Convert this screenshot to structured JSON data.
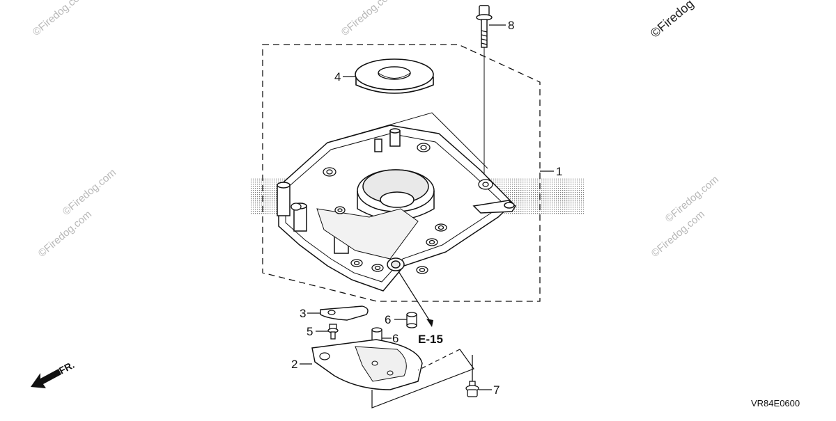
{
  "diagram": {
    "callouts": [
      "1",
      "2",
      "3",
      "4",
      "5",
      "6",
      "6",
      "7",
      "8"
    ],
    "reference": "E-15",
    "direction_label": "FR.",
    "diagram_code": "VR84E0600",
    "watermark": "©Firedog.com",
    "watermark_cropped": "©Firedog"
  }
}
